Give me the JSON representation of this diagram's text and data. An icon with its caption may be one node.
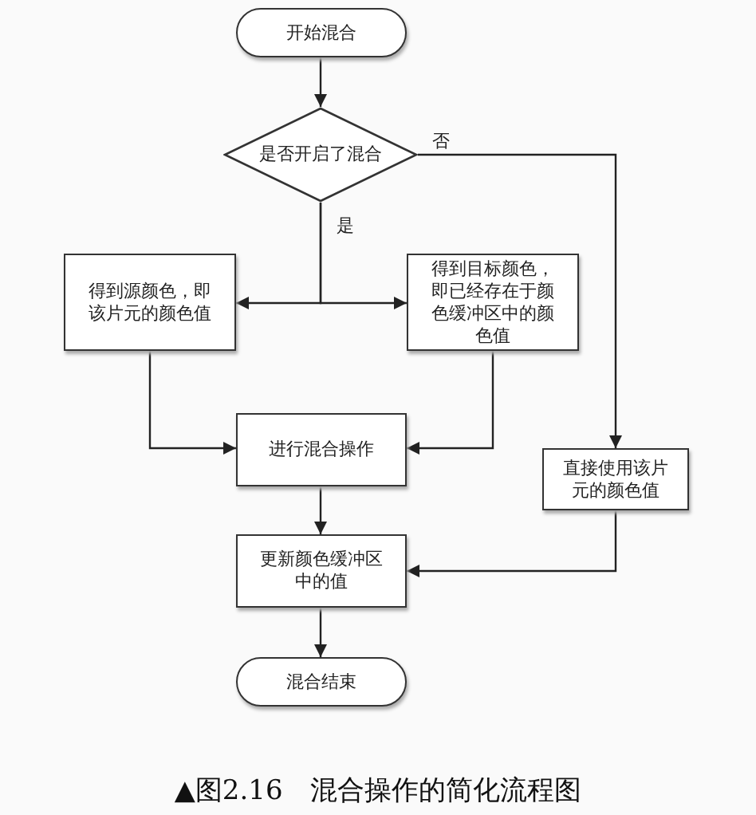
{
  "diagram": {
    "caption": "▲图2.16 混合操作的简化流程图",
    "nodes": [
      {
        "text": [
          "开始混合"
        ]
      },
      {
        "text": [
          "是否开启了混合"
        ]
      },
      {
        "text": [
          "得到源颜色，即该片元的颜色值"
        ]
      },
      {
        "text": [
          "得到目标颜色，即已经存在于颜色缓冲区中的颜色值"
        ]
      },
      {
        "text": [
          "进行混合操作"
        ]
      },
      {
        "text": [
          "直接使用该片元的颜色值"
        ]
      },
      {
        "text": [
          "更新颜色缓冲区中的值"
        ]
      },
      {
        "text": [
          "混合结束"
        ]
      }
    ],
    "edges": [
      {
        "from": 0,
        "to": 1,
        "arrow": "to"
      },
      {
        "from": 1,
        "to": 2,
        "arrow": "to",
        "label": "是"
      },
      {
        "from": 1,
        "to": 3,
        "arrow": "to"
      },
      {
        "from": 1,
        "to": 5,
        "arrow": "to",
        "label": "否"
      },
      {
        "from": 2,
        "to": 4,
        "arrow": "to"
      },
      {
        "from": 3,
        "to": 4,
        "arrow": "to"
      },
      {
        "from": 4,
        "to": 6,
        "arrow": "to"
      },
      {
        "from": 5,
        "to": 6,
        "arrow": "to"
      },
      {
        "from": 6,
        "to": 7,
        "arrow": "to"
      }
    ]
  }
}
